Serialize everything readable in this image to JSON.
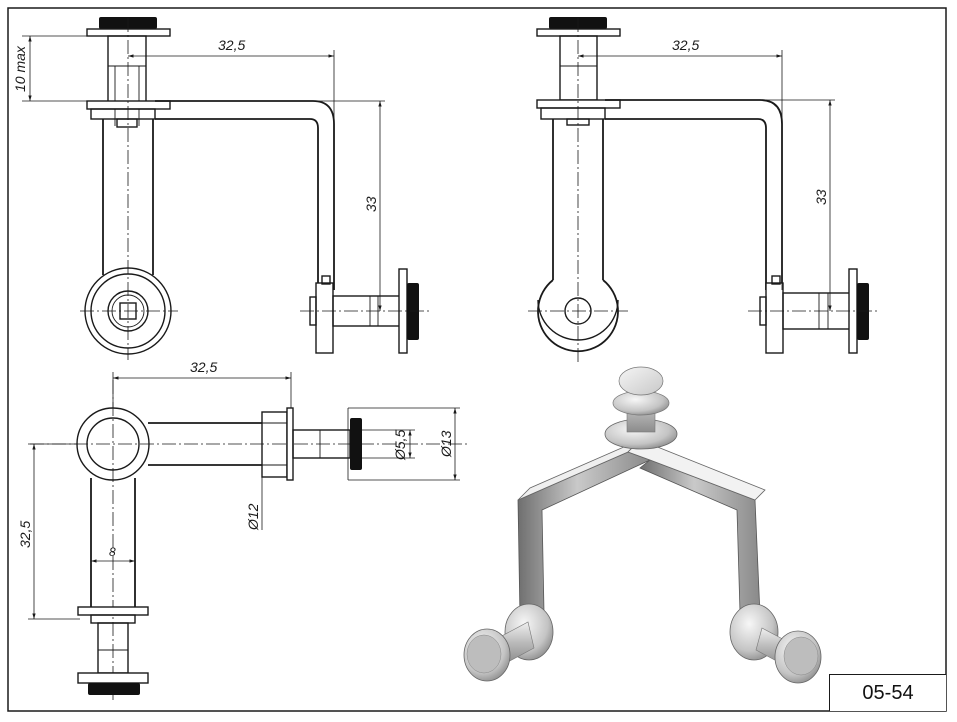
{
  "drawing": {
    "code": "05-54",
    "dimensions": {
      "top_left_width": "32,5",
      "top_left_height": "33",
      "top_left_max": "10 max",
      "top_right_width": "32,5",
      "top_right_height": "33",
      "bottom_width": "32,5",
      "bottom_height": "32,5",
      "bottom_thickness": "8",
      "dia_12": "Ø12",
      "dia_5_5": "Ø5,5",
      "dia_13": "Ø13"
    },
    "colors": {
      "line": "#1a1a1a",
      "metal_light": "#e8e8e8",
      "metal_mid": "#b8b8b8",
      "metal_dark": "#7a7a7a"
    }
  }
}
